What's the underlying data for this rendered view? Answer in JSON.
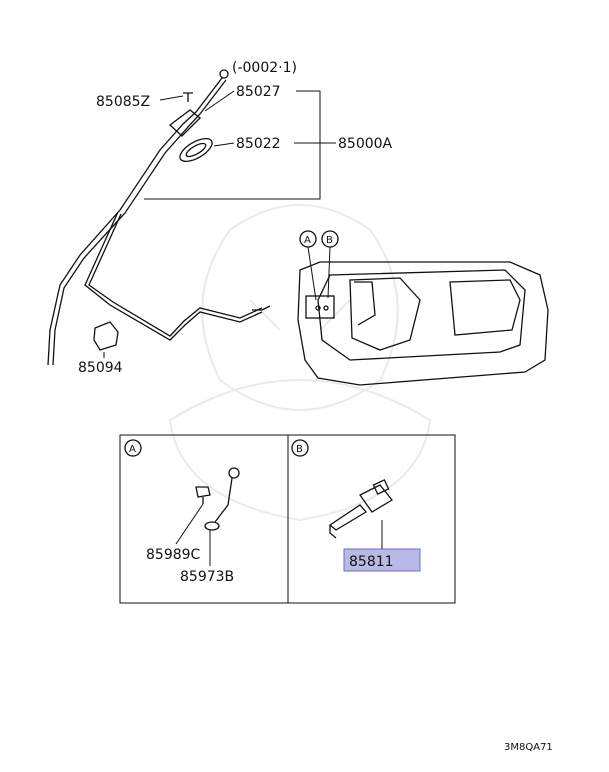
{
  "diagram": {
    "note": "(-0002·1)",
    "footer_code": "3M8QA71",
    "callout_a": "A",
    "callout_b": "B",
    "parts": {
      "p85085z": "85085Z",
      "p85027": "85027",
      "p85022": "85022",
      "p85000a": "85000A",
      "p85094": "85094",
      "p85989c": "85989C",
      "p85973b": "85973B",
      "p85811": "85811"
    },
    "highlight_color": "#b9b9e8"
  }
}
